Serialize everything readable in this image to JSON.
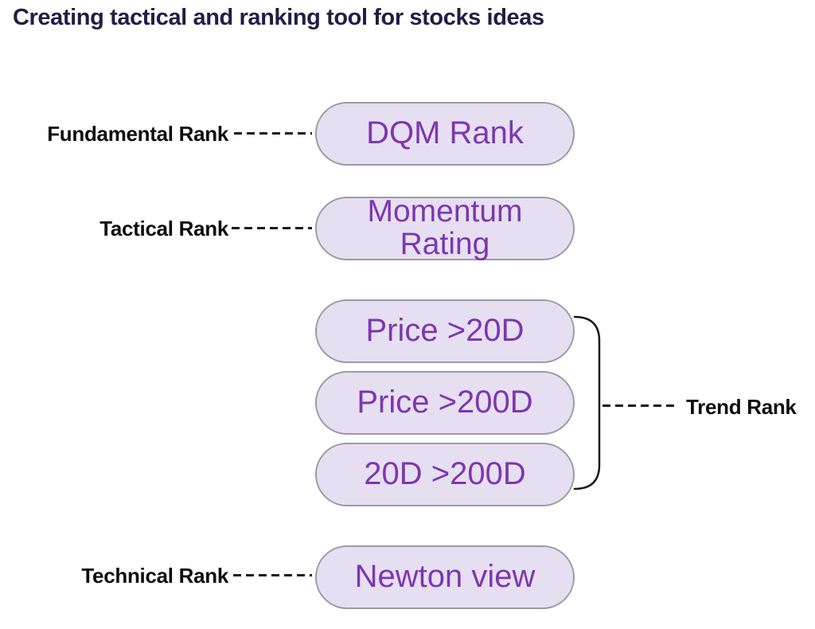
{
  "title": "Creating tactical and ranking tool for stocks ideas",
  "nodes": [
    {
      "name": "dqm-rank",
      "label": "DQM Rank"
    },
    {
      "name": "momentum-rating",
      "lines": [
        "Momentum",
        "Rating"
      ]
    },
    {
      "name": "price-gt-20d",
      "label": "Price >20D"
    },
    {
      "name": "price-gt-200d",
      "label": "Price >200D"
    },
    {
      "name": "20d-gt-200d",
      "label": "20D >200D"
    },
    {
      "name": "newton-view",
      "label": "Newton view"
    }
  ],
  "labels": {
    "fundamental": "Fundamental Rank",
    "tactical": "Tactical Rank",
    "trend": "Trend Rank",
    "technical": "Technical Rank"
  },
  "colors": {
    "title": "#211e45",
    "label_text": "#0d0d0d",
    "pill_fill": "#e6dff1",
    "pill_border": "#9d9aa3",
    "pill_text": "#7d37af",
    "connector": "#1a1a1a"
  }
}
